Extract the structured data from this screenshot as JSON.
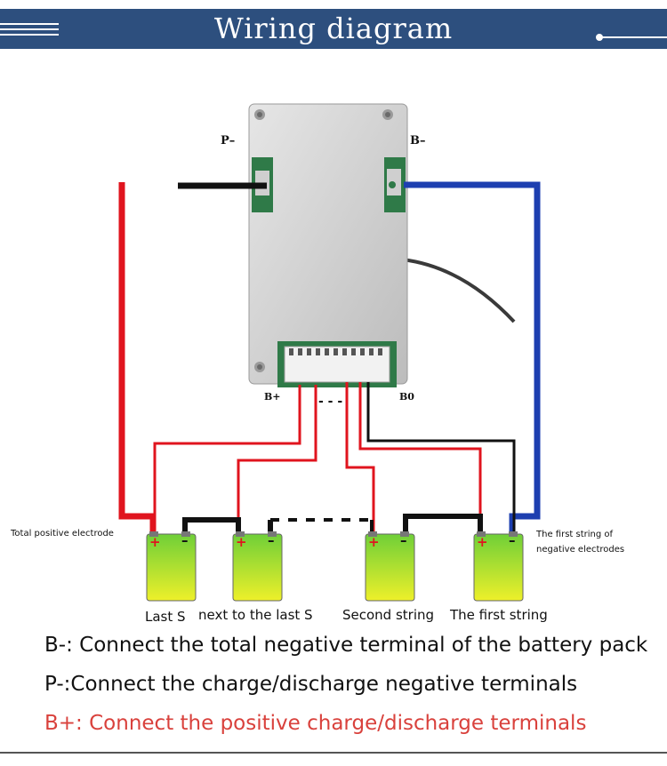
{
  "header": {
    "title": "Wiring diagram"
  },
  "board_labels": {
    "p_minus": "P–",
    "b_minus": "B–",
    "b_plus": "B+",
    "b0": "B0",
    "dots": "- - -"
  },
  "side_labels": {
    "total_positive": "Total positive electrode",
    "first_string_line1": "The first string of",
    "first_string_line2": "negative electrodes"
  },
  "cells": [
    {
      "label": "Last S",
      "plus": "+",
      "minus": "–"
    },
    {
      "label": "next to the last S",
      "plus": "+",
      "minus": "–"
    },
    {
      "label": "Second string",
      "plus": "+",
      "minus": "–"
    },
    {
      "label": "The first string",
      "plus": "+",
      "minus": "–"
    }
  ],
  "descriptions": [
    {
      "text": "B-: Connect the total negative terminal of the battery pack"
    },
    {
      "text": "P-:Connect the charge/discharge negative terminals"
    },
    {
      "text": "B+: Connect the positive charge/discharge terminals"
    }
  ],
  "colors": {
    "header": "#2d4f7e",
    "red_wire": "#e0141e",
    "blue_wire": "#1d3fb0",
    "cell_green": "#7fd43a",
    "cell_yellow": "#e6ee2a",
    "highlight_text": "#d9413c"
  }
}
